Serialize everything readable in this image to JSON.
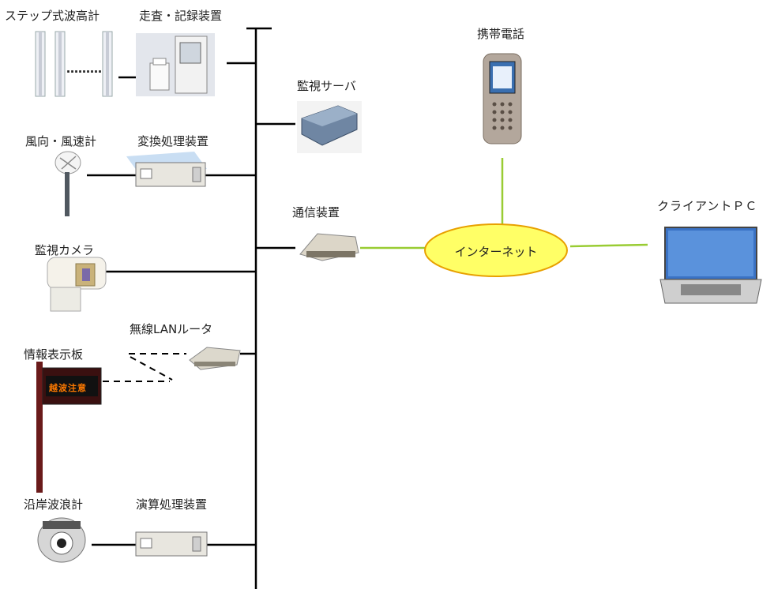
{
  "labels": {
    "step_wave_gauge": "ステップ式波高計",
    "scan_recorder": "走査・記録装置",
    "wind_gauge": "風向・風速計",
    "converter": "変換処理装置",
    "camera": "監視カメラ",
    "wireless_router": "無線LANルータ",
    "info_board": "情報表示板",
    "coastal_wave_gauge": "沿岸波浪計",
    "calc_unit": "演算処理装置",
    "monitor_server": "監視サーバ",
    "comm_device": "通信装置",
    "mobile_phone": "携帯電話",
    "internet": "インターネット",
    "client_pc": "クライアントＰＣ"
  },
  "sign_board_text": "越波注意",
  "dots": "………",
  "colors": {
    "bus_line": "#000000",
    "internet_link": "#99cc33",
    "internet_fill": "#ffff66",
    "internet_stroke": "#e8a000",
    "sign_text": "#ff7a00"
  }
}
